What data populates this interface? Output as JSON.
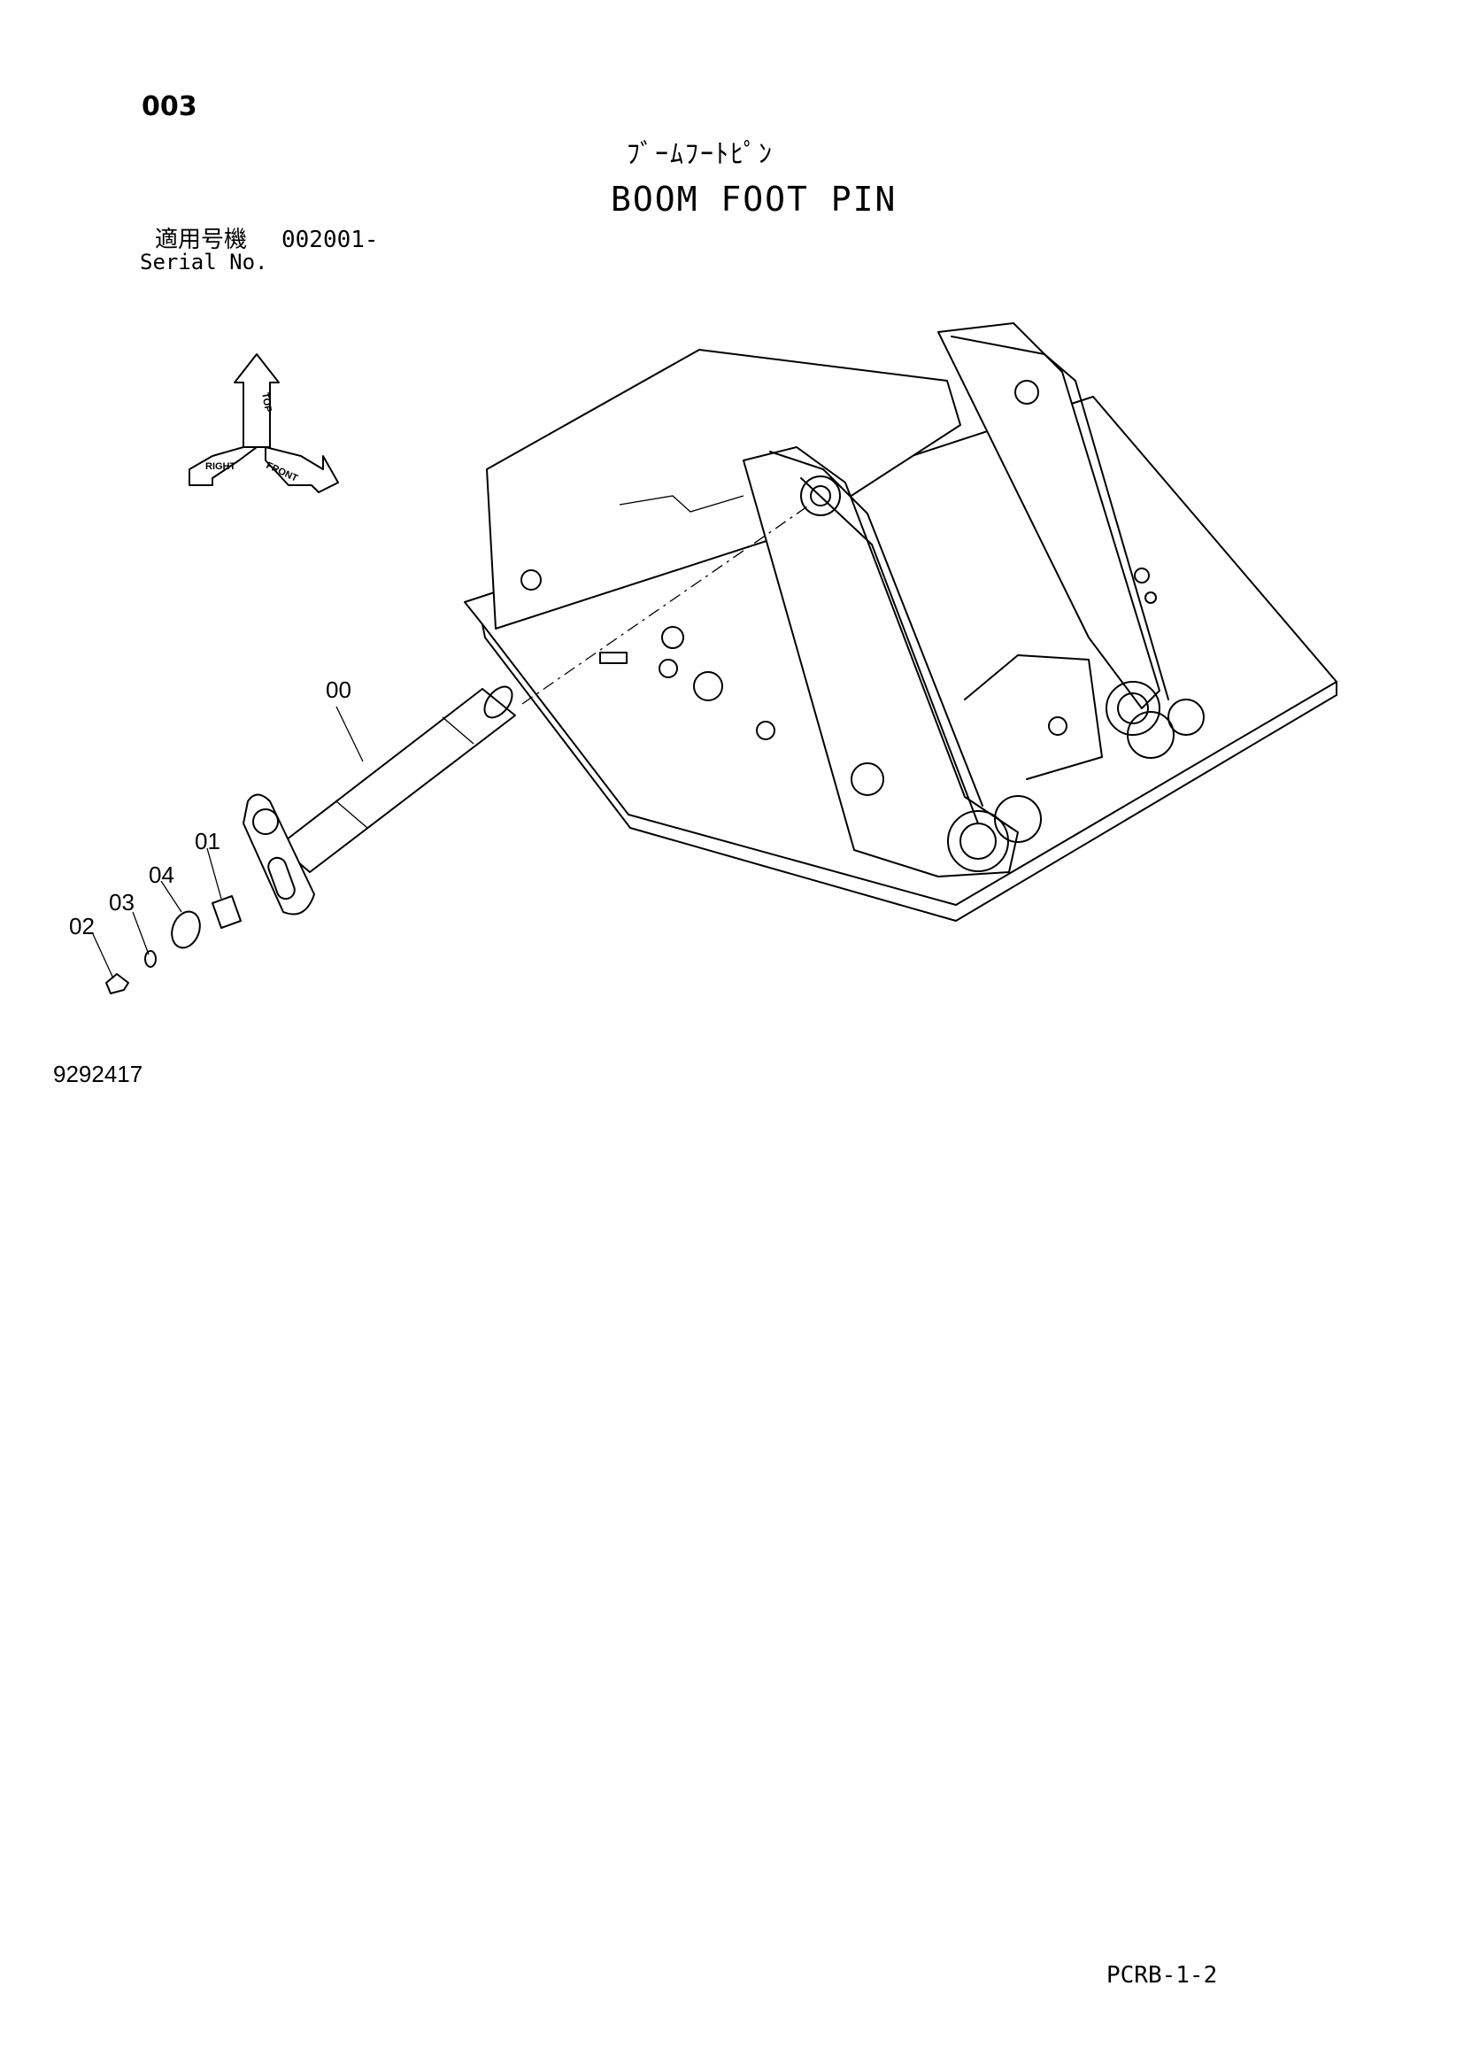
{
  "header": {
    "page_number": "003",
    "title_ja": "ﾌﾞｰﾑﾌｰﾄﾋﾟﾝ",
    "title_en": "BOOM FOOT PIN",
    "serial_label_ja": "適用号機",
    "serial_value": "002001-",
    "serial_label_en": "Serial No."
  },
  "orientation": {
    "top": "TOP",
    "right": "RIGHT",
    "front": "FRONT"
  },
  "callouts": [
    "00",
    "01",
    "04",
    "03",
    "02"
  ],
  "footer": {
    "drawing_number": "9292417",
    "sheet_code": "PCRB-1-2"
  }
}
